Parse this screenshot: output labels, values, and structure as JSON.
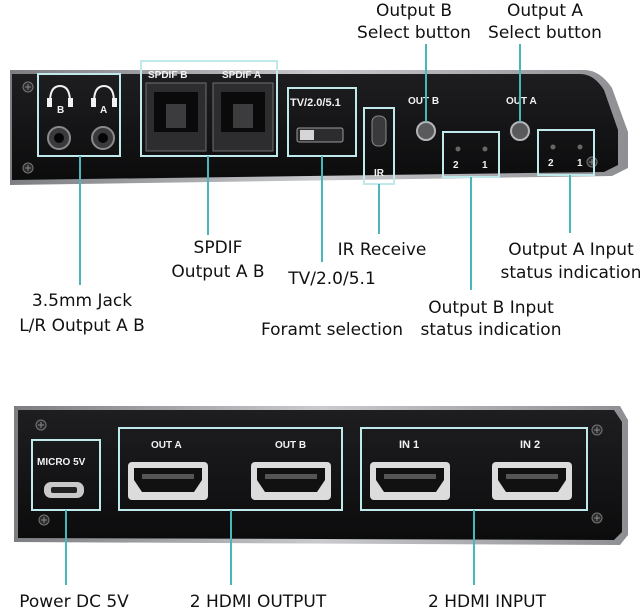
{
  "colors": {
    "device_body": "#151517",
    "device_frame": "#a9aaae",
    "leader": "#49b6ba",
    "port_box": "#bfe9ea",
    "text": "#111111"
  },
  "top_panel": {
    "ports": {
      "jack_b": "B",
      "jack_a": "A",
      "spdif_b": "SPDIF B",
      "spdif_a": "SPDIF A",
      "format_switch": "TV/2.0/5.1",
      "ir": "IR",
      "out_b": "OUT B",
      "out_a": "OUT A",
      "led_b_2": "2",
      "led_b_1": "1",
      "led_a_2": "2",
      "led_a_1": "1"
    },
    "callouts": {
      "output_b_select": [
        "Output B",
        "Select button"
      ],
      "output_a_select": [
        "Output A",
        "Select button"
      ],
      "spdif": [
        "SPDIF",
        "Output A B"
      ],
      "ir_receive": [
        "IR Receive"
      ],
      "output_a_status": [
        "Output A Input",
        "status indication"
      ],
      "jack": [
        "3.5mm Jack",
        "L/R Output A B"
      ],
      "format_selection": [
        "TV/2.0/5.1",
        "Foramt selection"
      ],
      "output_b_status": [
        "Output B Input",
        "status indication"
      ]
    }
  },
  "bottom_panel": {
    "ports": {
      "micro": "MICRO 5V",
      "hdmi_out_a": "OUT A",
      "hdmi_out_b": "OUT B",
      "hdmi_in_1": "IN 1",
      "hdmi_in_2": "IN 2"
    },
    "callouts": {
      "power": "Power DC 5V",
      "hdmi_output": "2 HDMI OUTPUT",
      "hdmi_input": "2 HDMI INPUT"
    }
  }
}
